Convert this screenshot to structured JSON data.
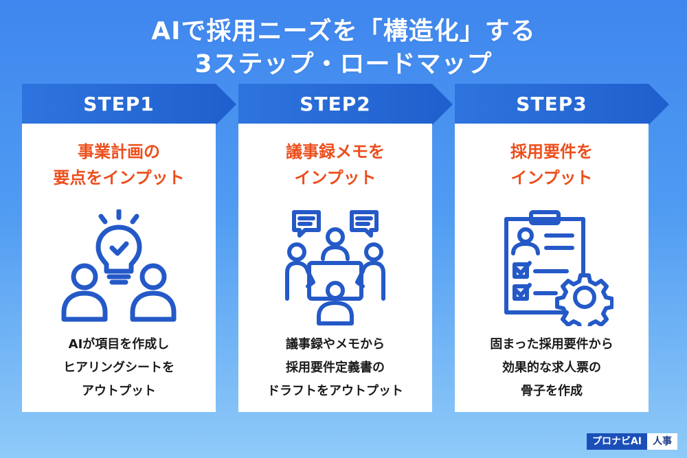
{
  "title": {
    "line1": "AIで採用ニーズを「構造化」する",
    "line2": "3ステップ・ロードマップ"
  },
  "colors": {
    "banner": "#2c6ed8",
    "heading": "#ec4e1c",
    "icon": "#2459c7"
  },
  "steps": [
    {
      "label": "STEP1",
      "heading": [
        "事業計画の",
        "要点をインプット"
      ],
      "icon": "lightbulb-two-people-icon",
      "description": [
        "AIが項目を作成し",
        "ヒアリングシートを",
        "アウトプット"
      ]
    },
    {
      "label": "STEP2",
      "heading": [
        "議事録メモを",
        "インプット"
      ],
      "icon": "meeting-table-icon",
      "description": [
        "議事録やメモから",
        "採用要件定義書の",
        "ドラフトをアウトプット"
      ]
    },
    {
      "label": "STEP3",
      "heading": [
        "採用要件を",
        "インプット"
      ],
      "icon": "clipboard-checklist-gear-icon",
      "description": [
        "固まった採用要件から",
        "効果的な求人票の",
        "骨子を作成"
      ]
    }
  ],
  "brand": {
    "name": "プロナビAI",
    "suffix": "人事"
  }
}
